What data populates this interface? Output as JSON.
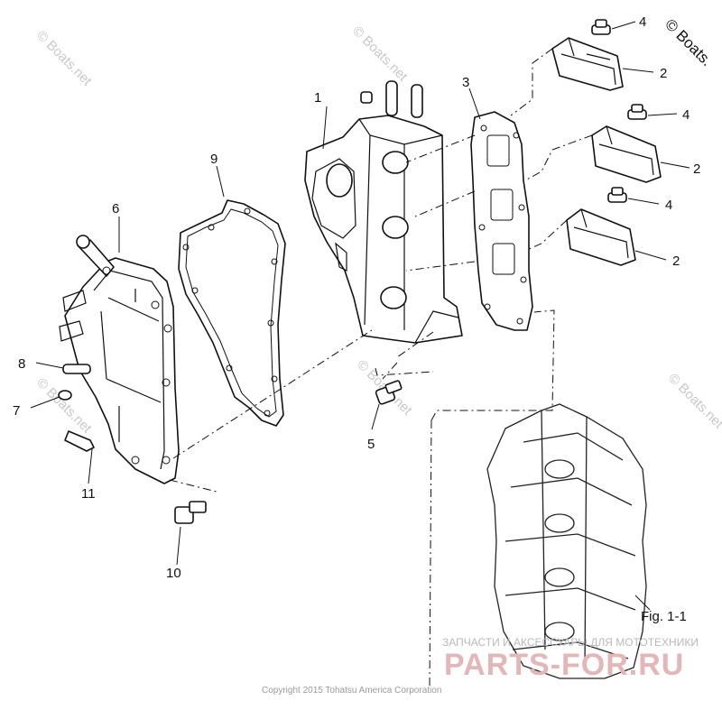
{
  "callouts": [
    "1",
    "2",
    "2",
    "2",
    "3",
    "4",
    "4",
    "4",
    "5",
    "6",
    "7",
    "8",
    "9",
    "10",
    "11"
  ],
  "figure_label": "Fig. 1-1",
  "watermark_text": "© Boats.net",
  "watermark_corner": "© Boats.",
  "copyright": "Copyright 2015 Tohatsu America Corporation",
  "shop_tagline": "ЗАПЧАСТИ И АКСЕССУАРЫ ДЛЯ МОТОТЕХНИКИ",
  "shop_brand": "PARTS-FOR.RU",
  "colors": {
    "line": "#111111",
    "watermark": "#c8c8c8",
    "brand": "#e3b7b7"
  }
}
